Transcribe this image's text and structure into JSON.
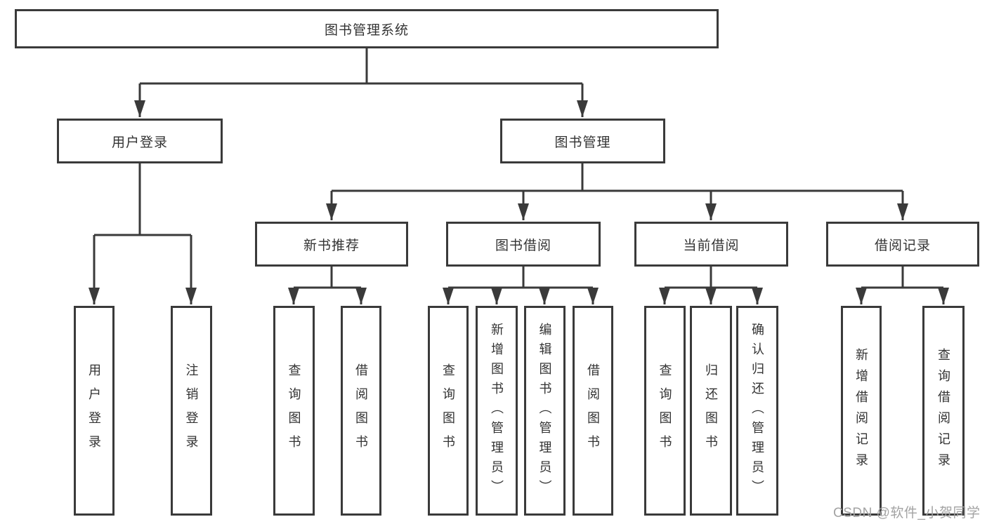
{
  "tree": {
    "root": {
      "label": "图书管理系统",
      "children": [
        {
          "label": "用户登录",
          "children": [
            {
              "label": "用户登录"
            },
            {
              "label": "注销登录"
            }
          ]
        },
        {
          "label": "图书管理",
          "children": [
            {
              "label": "新书推荐",
              "children": [
                {
                  "label": "查询图书"
                },
                {
                  "label": "借阅图书"
                }
              ]
            },
            {
              "label": "图书借阅",
              "children": [
                {
                  "label": "查询图书"
                },
                {
                  "label": "新增图书（管理员）"
                },
                {
                  "label": "编辑图书（管理员）"
                },
                {
                  "label": "借阅图书"
                }
              ]
            },
            {
              "label": "当前借阅",
              "children": [
                {
                  "label": "查询图书"
                },
                {
                  "label": "归还图书"
                },
                {
                  "label": "确认归还（管理员）"
                }
              ]
            },
            {
              "label": "借阅记录",
              "children": [
                {
                  "label": "新增借阅记录"
                },
                {
                  "label": "查询借阅记录"
                }
              ]
            }
          ]
        }
      ]
    }
  },
  "watermark": {
    "text": "CSDN @软件_小贺同学"
  },
  "colors": {
    "line": "#3a3a3a",
    "text": "#333333",
    "watermark": "#a3a3a3",
    "background": "#ffffff"
  }
}
